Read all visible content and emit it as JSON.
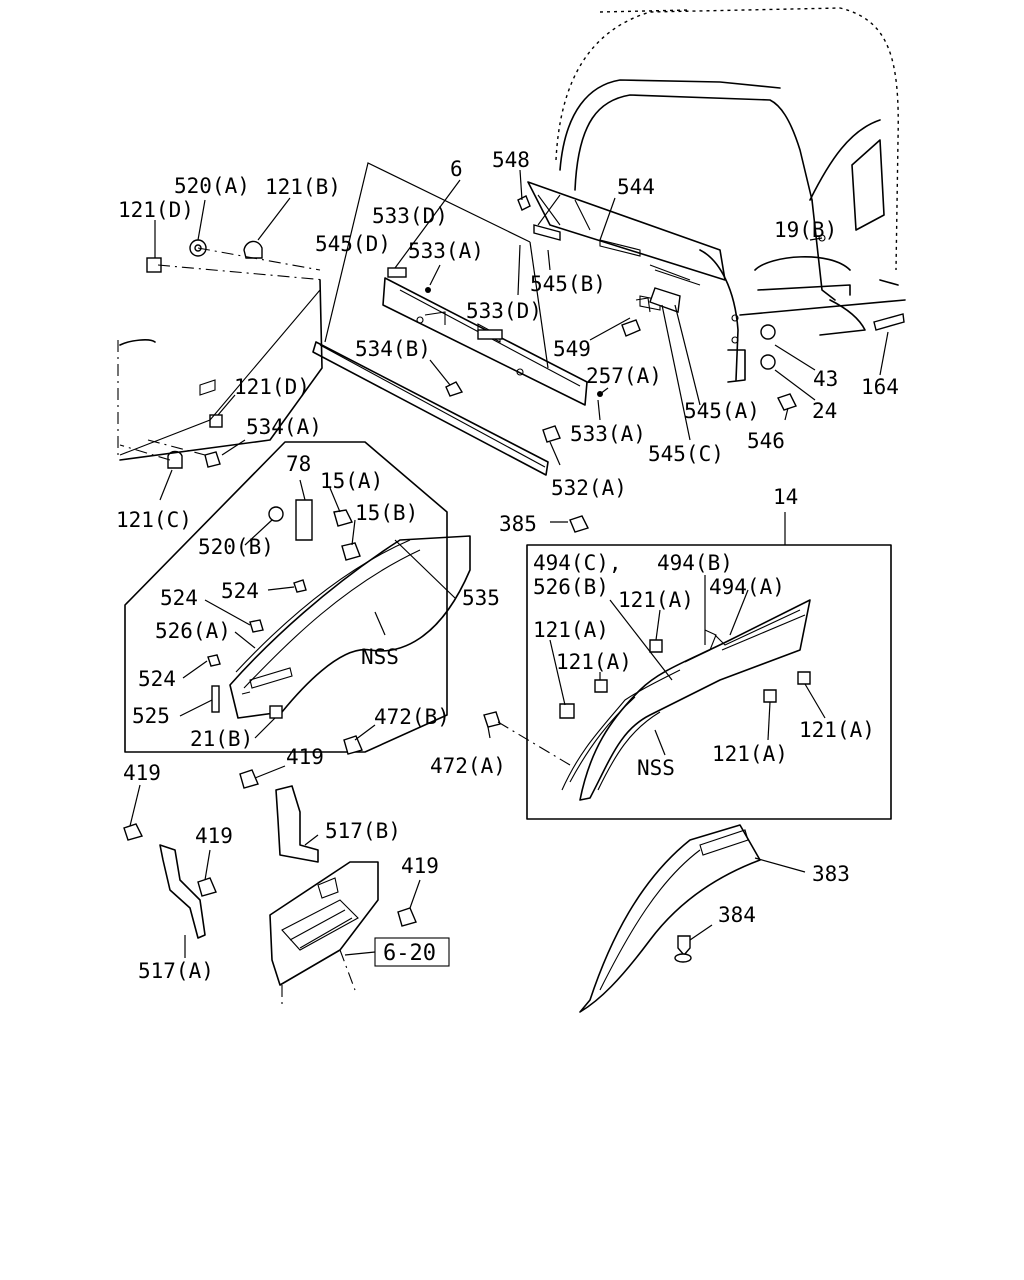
{
  "labels": {
    "l548": "548",
    "l6": "6",
    "l544": "544",
    "l520a": "520(A)",
    "l121b": "121(B)",
    "l121d_top": "121(D)",
    "l533d_top": "533(D)",
    "l545d": "545(D)",
    "l533a_top": "533(A)",
    "l19b": "19(B)",
    "l545b": "545(B)",
    "l533d_mid": "533(D)",
    "l549": "549",
    "l534b": "534(B)",
    "l257a": "257(A)",
    "l43": "43",
    "l164": "164",
    "l121d_mid": "121(D)",
    "l545a": "545(A)",
    "l24": "24",
    "l534a": "534(A)",
    "l533a_bot": "533(A)",
    "l546": "546",
    "l545c": "545(C)",
    "l532a": "532(A)",
    "l78": "78",
    "l15a": "15(A)",
    "l14": "14",
    "l15b": "15(B)",
    "l121c": "121(C)",
    "l385": "385",
    "l520b": "520(B)",
    "l494c": "494(C),",
    "l494b": "494(B)",
    "l526b": "526(B)",
    "l494a": "494(A)",
    "l524_a": "524",
    "l535": "535",
    "l121a_1": "121(A)",
    "l524_b": "524",
    "l526a": "526(A)",
    "l121a_2": "121(A)",
    "l nss1": "NSS",
    "l121a_3": "121(A)",
    "l524_c": "524",
    "l525": "525",
    "l472b": "472(B)",
    "l21b": "21(B)",
    "l121a_4": "121(A)",
    "l121a_5": "121(A)",
    "l419_mid": "419",
    "l472a": "472(A)",
    "lnss2": "NSS",
    "l419_left": "419",
    "l517b": "517(B)",
    "l419_low": "419",
    "l383": "383",
    "l419_right": "419",
    "l384": "384",
    "l517a": "517(A)",
    "ref620": "6-20"
  }
}
